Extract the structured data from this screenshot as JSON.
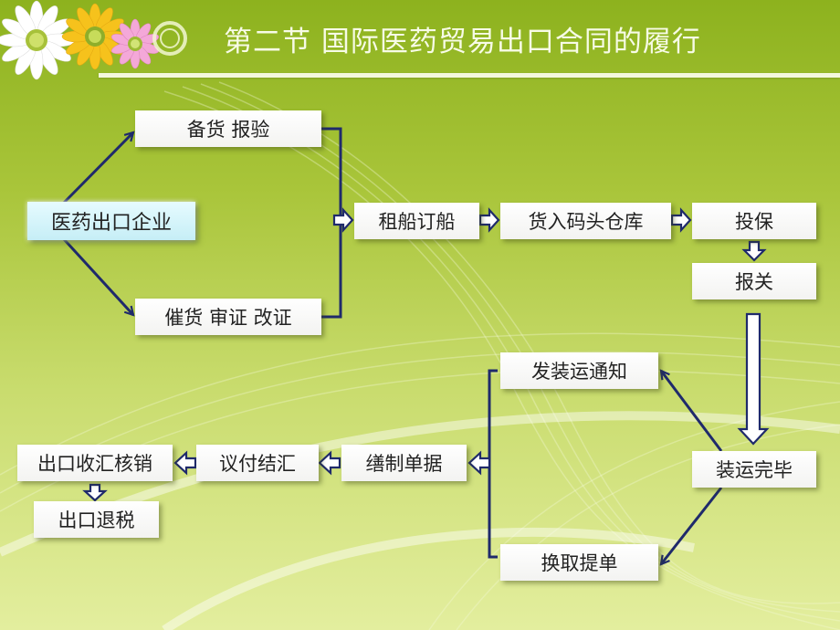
{
  "header": {
    "title": "第二节 国际医药贸易出口合同的履行"
  },
  "diagram": {
    "nodes": {
      "enterprise": "医药出口企业",
      "prepare": "备货 报验",
      "urge": "催货 审证 改证",
      "charter": "租船订船",
      "warehouse": "货入码头仓库",
      "insure": "投保",
      "customs": "报关",
      "loaded": "装运完毕",
      "notice": "发装运通知",
      "bill": "换取提单",
      "docs": "缮制单据",
      "settle": "议付结汇",
      "verify": "出口收汇核销",
      "refund": "出口退税"
    }
  },
  "colors": {
    "connector": "#1f2a6b",
    "arrow_fill": "#ffffff"
  },
  "icons": [
    "daisy-flower-icon",
    "daisy-flower-icon",
    "daisy-flower-icon",
    "ring-icon"
  ]
}
